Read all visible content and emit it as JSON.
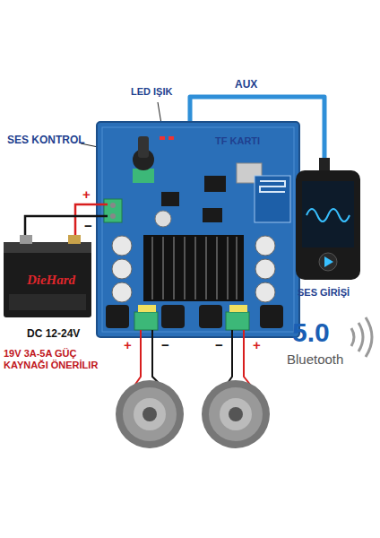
{
  "diagram": {
    "nodes": [
      {
        "text": [
          "DieHard"
        ]
      }
    ],
    "labels": [
      "SES KONTROL",
      "LED IŞIK",
      "AUX",
      "TF KARTI",
      "SES GİRİŞİ",
      "5.0",
      "Bluetooth",
      "DC 12-24V",
      "19V 3A-5A GÜÇ KAYNAĞI ÖNERİLIR",
      "+",
      "−",
      "+",
      "−",
      "−",
      "+"
    ]
  }
}
